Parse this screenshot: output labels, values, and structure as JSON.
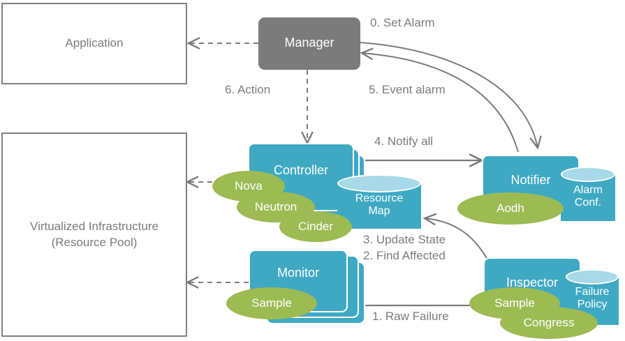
{
  "diagram": {
    "title": "OpenStack fault management architecture",
    "colors": {
      "node_blue": "#3fa9c4",
      "manager_gray": "#7b7b7b",
      "project_green": "#9cbb53",
      "cylinder_top": "#a8d9e8",
      "line_gray": "#7b7b7b",
      "text_gray": "#7b7b7b",
      "box_border": "#808080"
    },
    "plain_boxes": [
      {
        "id": "application",
        "label": "Application"
      },
      {
        "id": "infrastructure",
        "label": "Virtualized  Infrastructure\n(Resource Pool)"
      }
    ],
    "nodes": [
      {
        "id": "manager",
        "label": "Manager"
      },
      {
        "id": "controller",
        "label": "Controller"
      },
      {
        "id": "monitor",
        "label": "Monitor"
      },
      {
        "id": "notifier",
        "label": "Notifier"
      },
      {
        "id": "inspector",
        "label": "Inspector"
      }
    ],
    "datastores": [
      {
        "id": "resource-map",
        "label": "Resource\nMap"
      },
      {
        "id": "alarm-conf",
        "label": "Alarm\nConf."
      },
      {
        "id": "failure-policy",
        "label": "Failure\nPolicy"
      }
    ],
    "projects": [
      {
        "id": "nova",
        "label": "Nova",
        "attached_to": "controller"
      },
      {
        "id": "neutron",
        "label": "Neutron",
        "attached_to": "controller"
      },
      {
        "id": "cinder",
        "label": "Cinder",
        "attached_to": "controller"
      },
      {
        "id": "sample-monitor",
        "label": "Sample",
        "attached_to": "monitor"
      },
      {
        "id": "aodh",
        "label": "Aodh",
        "attached_to": "notifier"
      },
      {
        "id": "sample-inspector",
        "label": "Sample",
        "attached_to": "inspector"
      },
      {
        "id": "congress",
        "label": "Congress",
        "attached_to": "inspector"
      }
    ],
    "flow_labels": [
      {
        "id": "step-0",
        "label": "0. Set Alarm"
      },
      {
        "id": "step-1",
        "label": "1. Raw Failure"
      },
      {
        "id": "step-2-3",
        "label": "3. Update State\n2. Find Affected"
      },
      {
        "id": "step-4",
        "label": "4. Notify all"
      },
      {
        "id": "step-5",
        "label": "5. Event alarm"
      },
      {
        "id": "step-6",
        "label": "6. Action"
      }
    ]
  }
}
